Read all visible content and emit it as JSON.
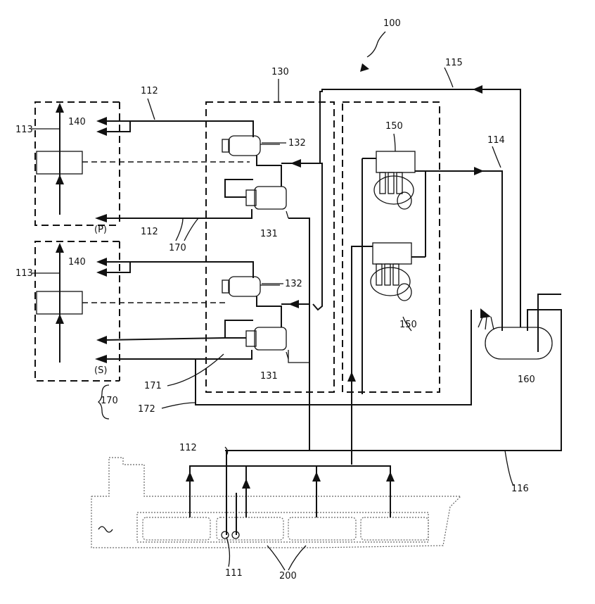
{
  "labels": {
    "system": "100",
    "zone": "130",
    "line_112": "112",
    "line_113": "113",
    "line_114": "114",
    "line_115": "115",
    "line_116": "116",
    "unit_140": "140",
    "unit_131": "131",
    "unit_132": "132",
    "engine_150": "150",
    "tank_160": "160",
    "pipe_170": "170",
    "pipe_171": "171",
    "pipe_172": "172",
    "pump_111": "111",
    "cargo_200": "200",
    "port_side": "(P)",
    "starboard_side": "(S)"
  }
}
